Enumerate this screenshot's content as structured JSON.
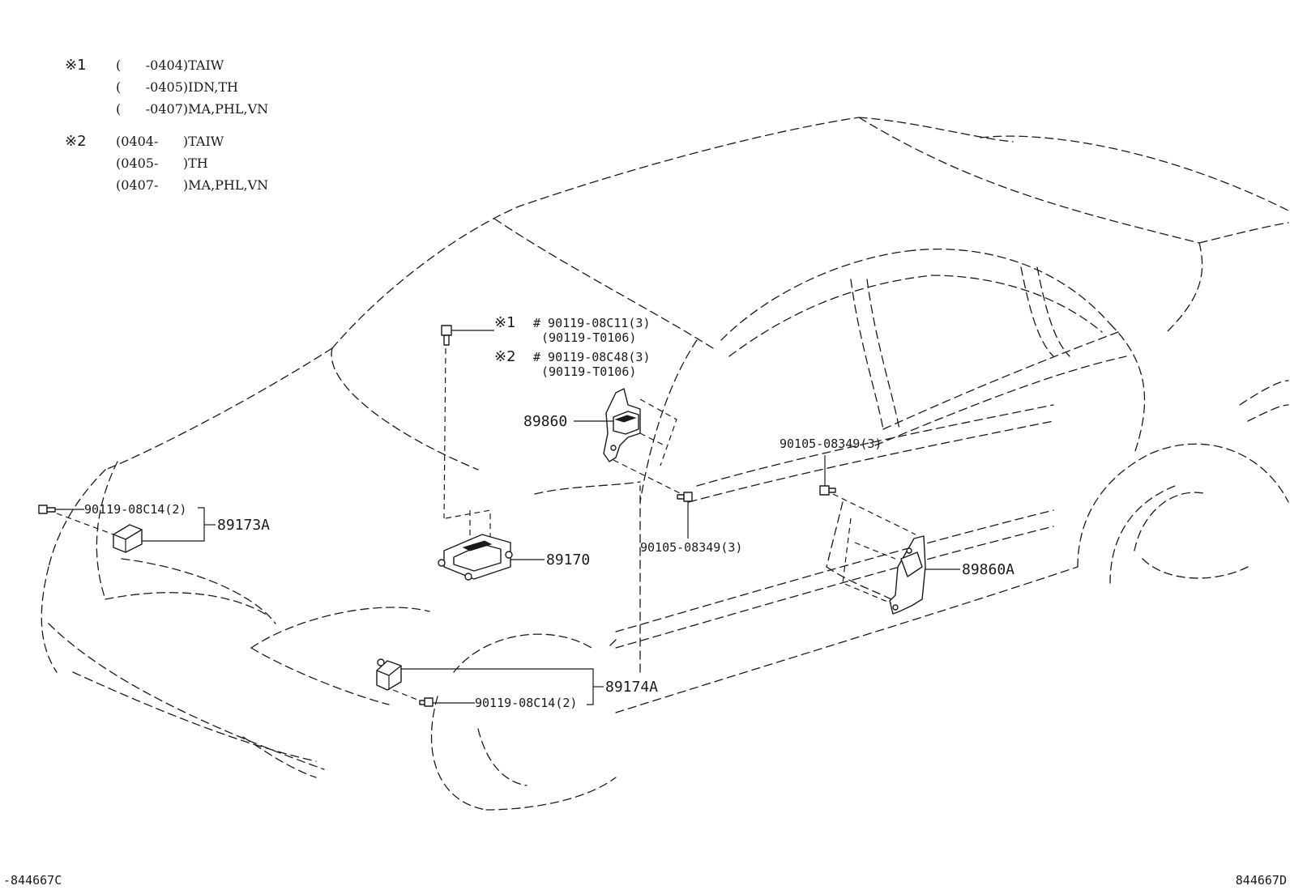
{
  "notes": {
    "mark1": "※1",
    "mark1_lines": [
      "(      -0404)TAIW",
      "(      -0405)IDN,TH",
      "(      -0407)MA,PHL,VN"
    ],
    "mark2": "※2",
    "mark2_lines": [
      "(0404-      )TAIW",
      "(0405-      )TH",
      "(0407-      )MA,PHL,VN"
    ]
  },
  "callouts": {
    "bolt_top_mark1": "※1",
    "bolt_top_part1": "# 90119-08C11(3)",
    "bolt_top_alt1": "(90119-T0106)",
    "bolt_top_mark2": "※2",
    "bolt_top_part2": "# 90119-08C48(3)",
    "bolt_top_alt2": "(90119-T0106)",
    "sensor_left_bolt": "90119-08C14(2)",
    "sensor_left": "89173A",
    "sensor_front_bolt": "90119-08C14(2)",
    "sensor_front": "89174A",
    "ecu": "89170",
    "side_sensor_left": "89860",
    "side_sensor_left_bolt": "90105-08349(3)",
    "side_sensor_right": "89860A",
    "side_sensor_right_bolt": "90105-08349(3)"
  },
  "footer": {
    "left_code": "-844667C",
    "right_code": "844667D"
  }
}
